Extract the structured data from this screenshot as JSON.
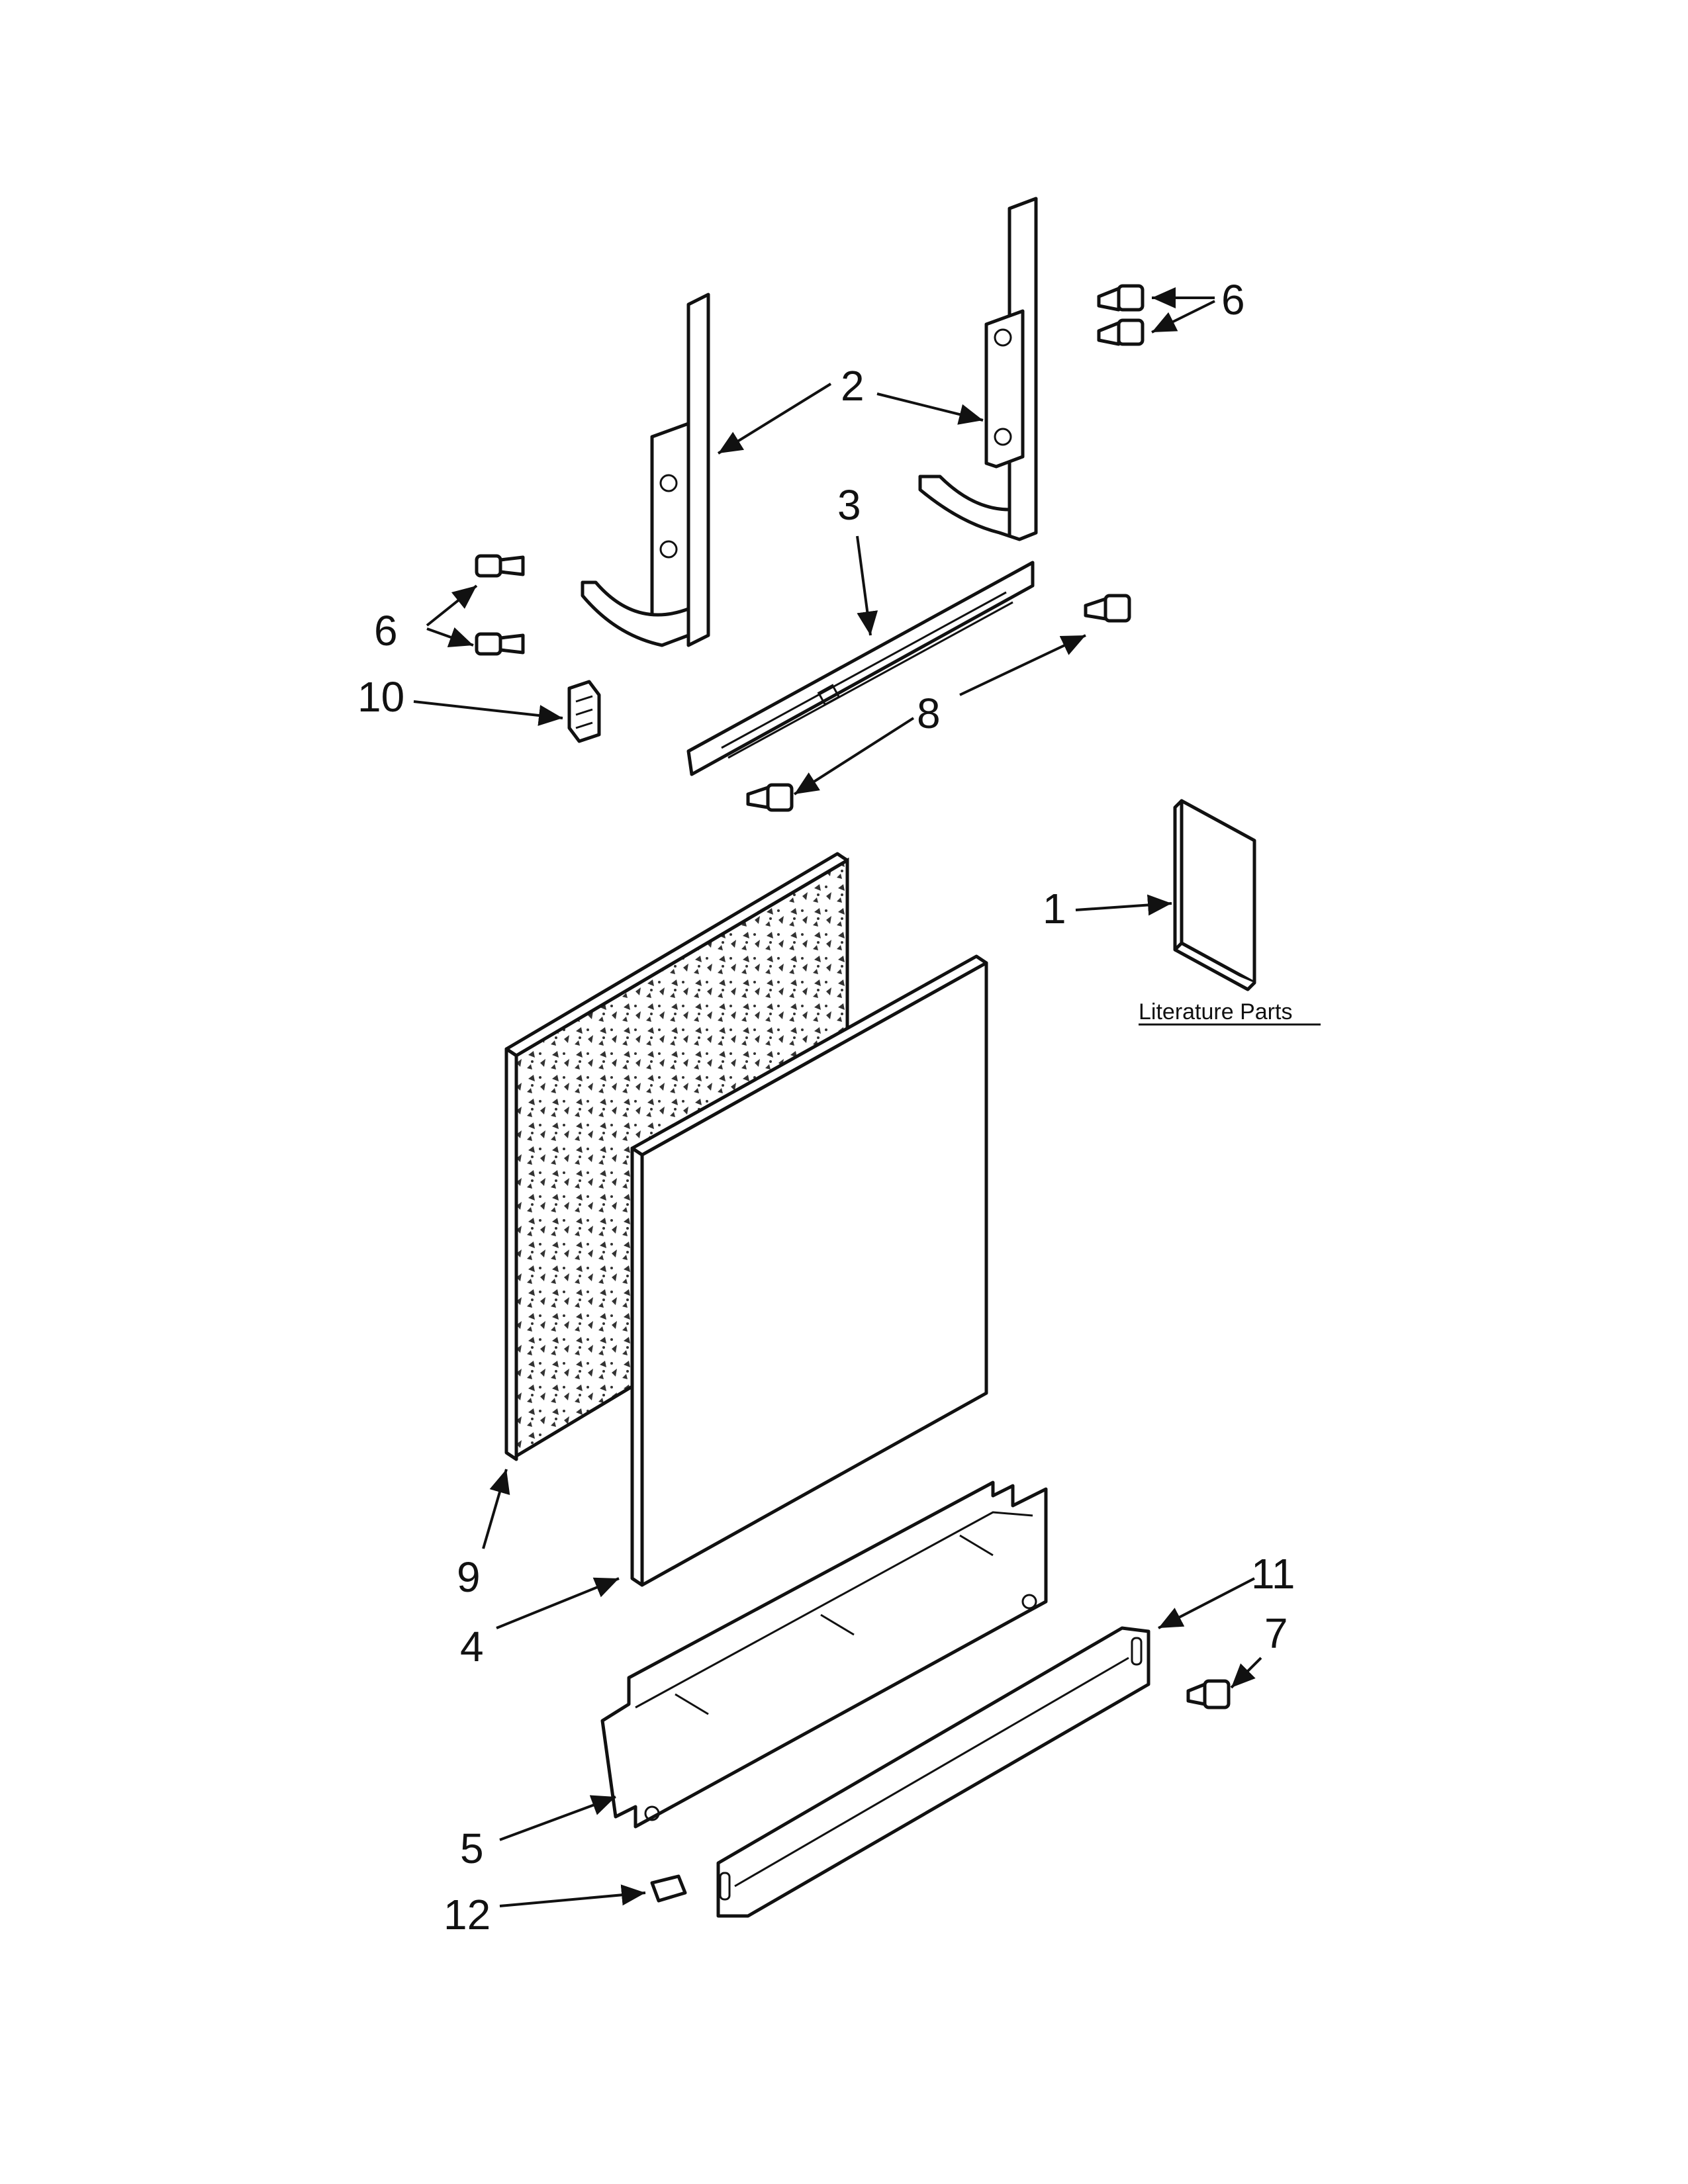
{
  "callouts": {
    "c1": "1",
    "c2": "2",
    "c3": "3",
    "c4": "4",
    "c5": "5",
    "c6_left": "6",
    "c6_right": "6",
    "c7": "7",
    "c8": "8",
    "c9": "9",
    "c10": "10",
    "c11": "11",
    "c12": "12"
  },
  "literature_label": "Literature Parts",
  "colors": {
    "line": "#111111",
    "background": "#ffffff"
  }
}
